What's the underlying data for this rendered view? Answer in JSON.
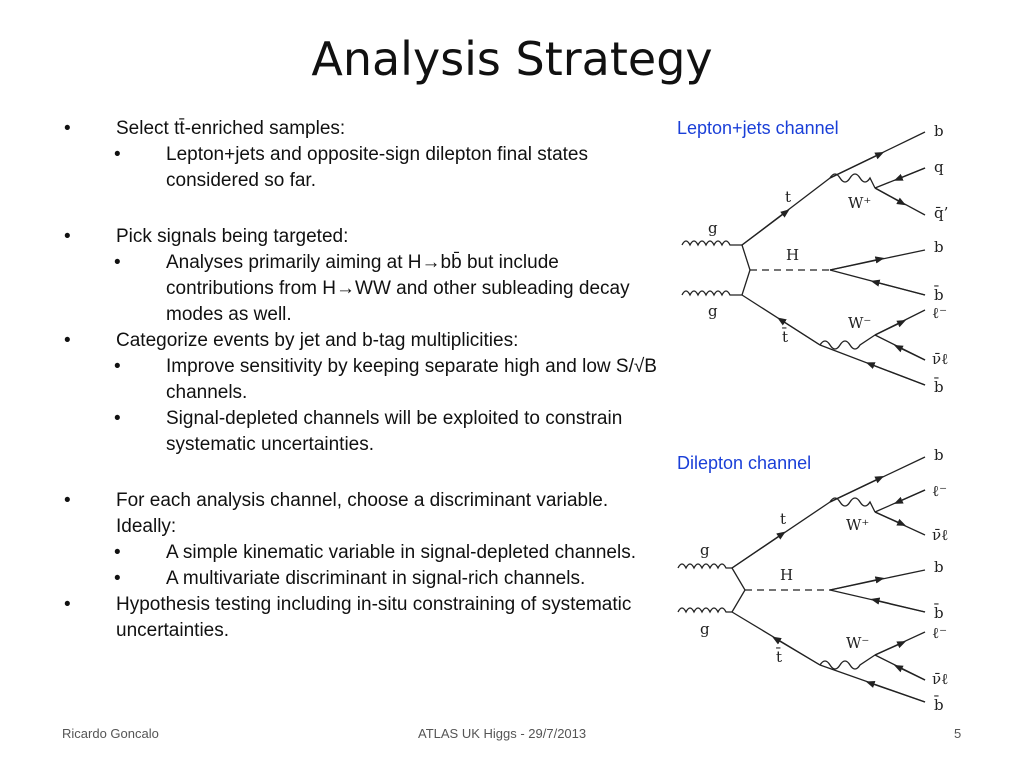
{
  "slide": {
    "title": "Analysis Strategy",
    "bullets": [
      {
        "text": "Select tt̄-enriched samples:",
        "subs": [
          "Lepton+jets and opposite-sign dilepton final states considered so far."
        ]
      },
      {
        "text": "Pick signals being targeted:",
        "subs": [
          "Analyses primarily aiming at H→bb̄ but include contributions from H→WW and other subleading decay modes as well."
        ]
      },
      {
        "text": "Categorize events by jet and b-tag multiplicities:",
        "subs": [
          "Improve sensitivity by keeping separate high and low S/√B channels.",
          "Signal-depleted channels will be exploited to constrain systematic uncertainties."
        ]
      },
      {
        "text": "For each analysis channel, choose a discriminant variable. Ideally:",
        "subs": [
          "A simple kinematic variable in signal-depleted channels.",
          "A multivariate discriminant in signal-rich channels."
        ]
      },
      {
        "text": "Hypothesis testing including in-situ constraining of systematic uncertainties.",
        "subs": []
      }
    ],
    "bullet_char": "•"
  },
  "diagrams": {
    "lepton_jets": {
      "channel_label": "Lepton+jets channel",
      "labels": {
        "g_top": "g",
        "g_bottom": "g",
        "t": "t",
        "tbar": "t̄",
        "H": "H",
        "Wplus": "W⁺",
        "Wminus": "W⁻",
        "b_top": "b",
        "q": "q",
        "qbar": "q̄’",
        "b_h": "b",
        "bbar_h": "b̄",
        "lepton": "ℓ⁻",
        "nubar": "ν̄ℓ",
        "bbar_bottom": "b̄"
      }
    },
    "dilepton": {
      "channel_label": "Dilepton channel",
      "labels": {
        "g_top": "g",
        "g_bottom": "g",
        "t": "t",
        "tbar": "t̄",
        "H": "H",
        "Wplus": "W⁺",
        "Wminus": "W⁻",
        "b_top": "b",
        "lepton_plus": "ℓ⁻",
        "nu": "ν̄ℓ",
        "b_h": "b",
        "bbar_h": "b̄",
        "lepton_minus": "ℓ⁻",
        "nubar": "ν̄ℓ",
        "bbar_bottom": "b̄"
      }
    }
  },
  "footer": {
    "author": "Ricardo Goncalo",
    "event": "ATLAS UK Higgs - 29/7/2013",
    "page": "5"
  },
  "colors": {
    "channel_label": "#1a3fd8",
    "text": "#111111"
  }
}
